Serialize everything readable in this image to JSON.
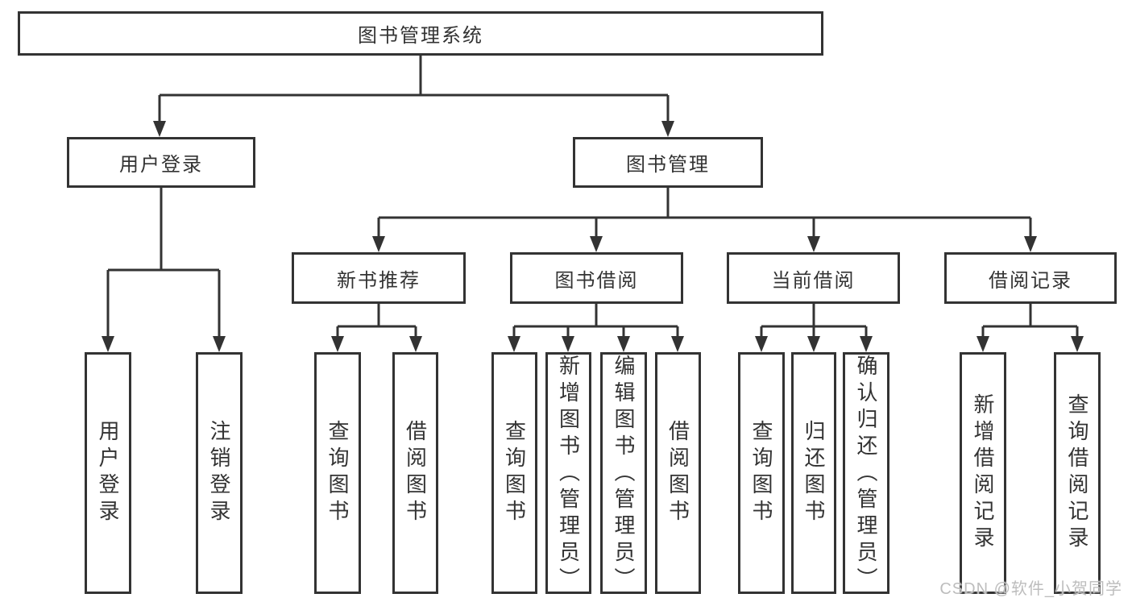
{
  "colors": {
    "line": "#333333",
    "box_border": "#333333",
    "text": "#333333",
    "background": "#ffffff",
    "watermark": "#bdbdbd"
  },
  "tree": {
    "label": "图书管理系统",
    "children": [
      {
        "label": "用户登录",
        "children": [
          {
            "label": "用户登录"
          },
          {
            "label": "注销登录"
          }
        ]
      },
      {
        "label": "图书管理",
        "children": [
          {
            "label": "新书推荐",
            "children": [
              {
                "label": "查询图书"
              },
              {
                "label": "借阅图书"
              }
            ]
          },
          {
            "label": "图书借阅",
            "children": [
              {
                "label": "查询图书"
              },
              {
                "label": "新增图书（管理员）"
              },
              {
                "label": "编辑图书（管理员）"
              },
              {
                "label": "借阅图书"
              }
            ]
          },
          {
            "label": "当前借阅",
            "children": [
              {
                "label": "查询图书"
              },
              {
                "label": "归还图书"
              },
              {
                "label": "确认归还（管理员）"
              }
            ]
          },
          {
            "label": "借阅记录",
            "children": [
              {
                "label": "新增借阅记录"
              },
              {
                "label": "查询借阅记录"
              }
            ]
          }
        ]
      }
    ]
  },
  "watermark": {
    "text": "CSDN @软件_小贺同学"
  }
}
